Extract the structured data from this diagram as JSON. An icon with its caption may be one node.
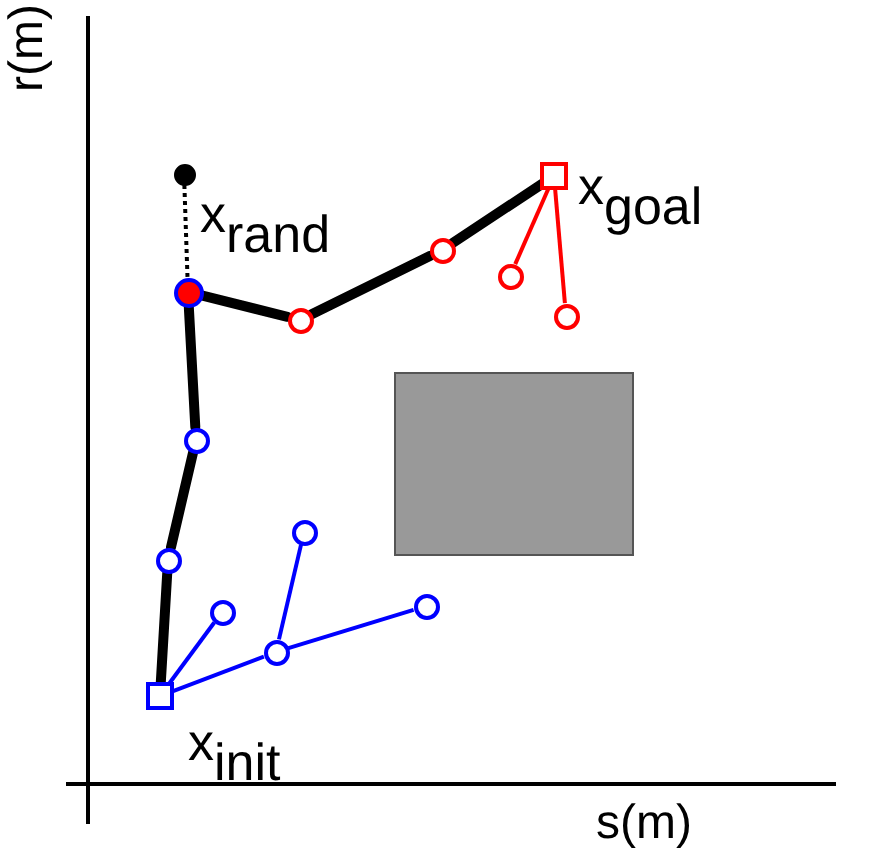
{
  "diagram": {
    "nodes": [
      {
        "text": [],
        "shape": "circle",
        "beside": [
          "x$_{rand}$"
        ]
      },
      {
        "text": [],
        "shape": "box",
        "beside": [
          "x$_{goal}$"
        ]
      },
      {
        "text": [],
        "shape": "circle"
      },
      {
        "text": [],
        "shape": "circle"
      },
      {
        "text": [],
        "shape": "circle"
      },
      {
        "text": [],
        "shape": "circle"
      },
      {
        "text": [],
        "shape": "circle"
      },
      {
        "text": [],
        "shape": "circle"
      },
      {
        "text": [],
        "shape": "circle"
      },
      {
        "text": [],
        "shape": "circle"
      },
      {
        "text": [],
        "shape": "circle"
      },
      {
        "text": [],
        "shape": "circle"
      },
      {
        "text": [],
        "shape": "circle"
      },
      {
        "text": [],
        "shape": "box",
        "beside": [
          "x$_{init}$"
        ]
      },
      {
        "text": [],
        "shape": "box"
      }
    ],
    "edges": [
      {
        "from": 0,
        "to": 4,
        "arrow": "none",
        "style": "dashed",
        "color": "#000000"
      },
      {
        "from": 13,
        "to": 9,
        "arrow": "none",
        "style": "thick",
        "color": "#000000"
      },
      {
        "from": 9,
        "to": 7,
        "arrow": "none",
        "style": "thick",
        "color": "#000000"
      },
      {
        "from": 7,
        "to": 4,
        "arrow": "none",
        "style": "thick",
        "color": "#000000"
      },
      {
        "from": 4,
        "to": 6,
        "arrow": "none",
        "style": "thick",
        "color": "#000000"
      },
      {
        "from": 6,
        "to": 2,
        "arrow": "none",
        "style": "thick",
        "color": "#000000"
      },
      {
        "from": 2,
        "to": 1,
        "arrow": "none",
        "style": "thick",
        "color": "#000000"
      },
      {
        "from": 1,
        "to": 3,
        "arrow": "none",
        "color": "#ff0000"
      },
      {
        "from": 1,
        "to": 5,
        "arrow": "none",
        "color": "#ff0000"
      },
      {
        "from": 13,
        "to": 11,
        "arrow": "none",
        "color": "#0000ff"
      },
      {
        "from": 13,
        "to": 12,
        "arrow": "none",
        "color": "#0000ff"
      },
      {
        "from": 12,
        "to": 8,
        "arrow": "none",
        "color": "#0000ff"
      },
      {
        "from": 12,
        "to": 10,
        "arrow": "none",
        "color": "#0000ff"
      }
    ],
    "labels": [
      "r(m)",
      "s(m)"
    ]
  }
}
